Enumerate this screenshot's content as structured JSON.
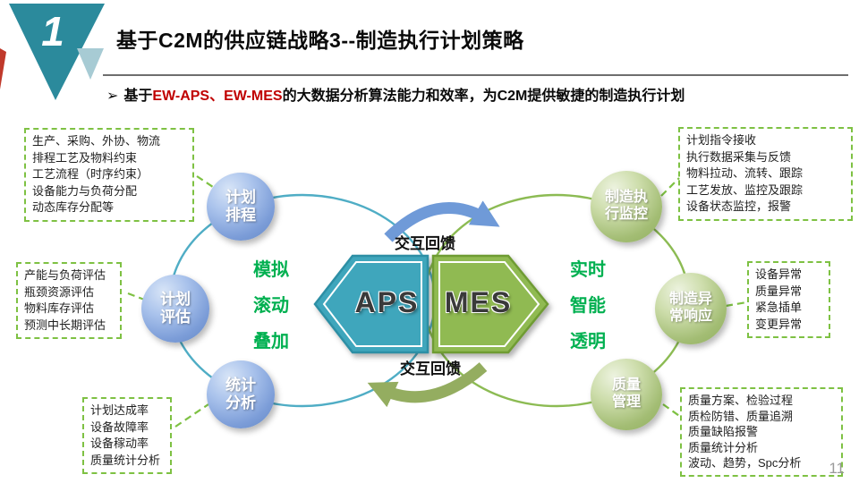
{
  "page": {
    "number": "11",
    "badge": "1"
  },
  "header": {
    "title": "基于C2M的供应链战略3--制造执行计划策略",
    "bullet": {
      "marker": "➢",
      "prefix": "基于",
      "highlight": "EW-APS、EW-MES",
      "suffix": "的大数据分析算法能力和效率，为C2M提供敏捷的制造执行计划"
    }
  },
  "diagram": {
    "aps": {
      "label": "APS",
      "keywords": "模拟\n滚动\n叠加"
    },
    "mes": {
      "label": "MES",
      "keywords": "实时\n智能\n透明"
    },
    "feedback_top": "交互回馈",
    "feedback_bottom": "交互回馈",
    "left_nodes": [
      {
        "label": "计划\n排程"
      },
      {
        "label": "计划\n评估"
      },
      {
        "label": "统计\n分析"
      }
    ],
    "right_nodes": [
      {
        "label": "制造执\n行监控"
      },
      {
        "label": "制造异\n常响应"
      },
      {
        "label": "质量\n管理"
      }
    ],
    "callouts": {
      "left_top": [
        "生产、采购、外协、物流",
        "排程工艺及物料约束",
        "工艺流程（时序约束）",
        "设备能力与负荷分配",
        "动态库存分配等"
      ],
      "left_mid": [
        "产能与负荷评估",
        "瓶颈资源评估",
        "物料库存评估",
        "预测中长期评估"
      ],
      "left_bottom": [
        "计划达成率",
        "设备故障率",
        "设备稼动率",
        "质量统计分析"
      ],
      "right_top": [
        "计划指令接收",
        "执行数据采集与反馈",
        "物料拉动、流转、跟踪",
        "工艺发放、监控及跟踪",
        "设备状态监控，报警"
      ],
      "right_mid": [
        "设备异常",
        "质量异常",
        "紧急插单",
        "变更异常"
      ],
      "right_bottom": [
        "质量方案、检验过程",
        "质检防错、质量追溯",
        "质量缺陷报警",
        "质量统计分析",
        "波动、趋势，Spc分析"
      ]
    }
  },
  "colors": {
    "header_triangle": "#2b8a9c",
    "header_triangle_light": "#a7cbd4",
    "header_red_accent": "#c0392b",
    "aps_fill": "#3fa6bc",
    "aps_border": "#2d8fa5",
    "mes_fill": "#90ba52",
    "mes_border": "#6f9c33",
    "left_ring": "#4fadc5",
    "right_ring": "#8cbb53",
    "dashed_green": "#7ec143",
    "arrow_blue": "#6f9ad8",
    "arrow_green": "#94ad60",
    "keyword_green": "#00b050",
    "highlight_red": "#c00000"
  }
}
